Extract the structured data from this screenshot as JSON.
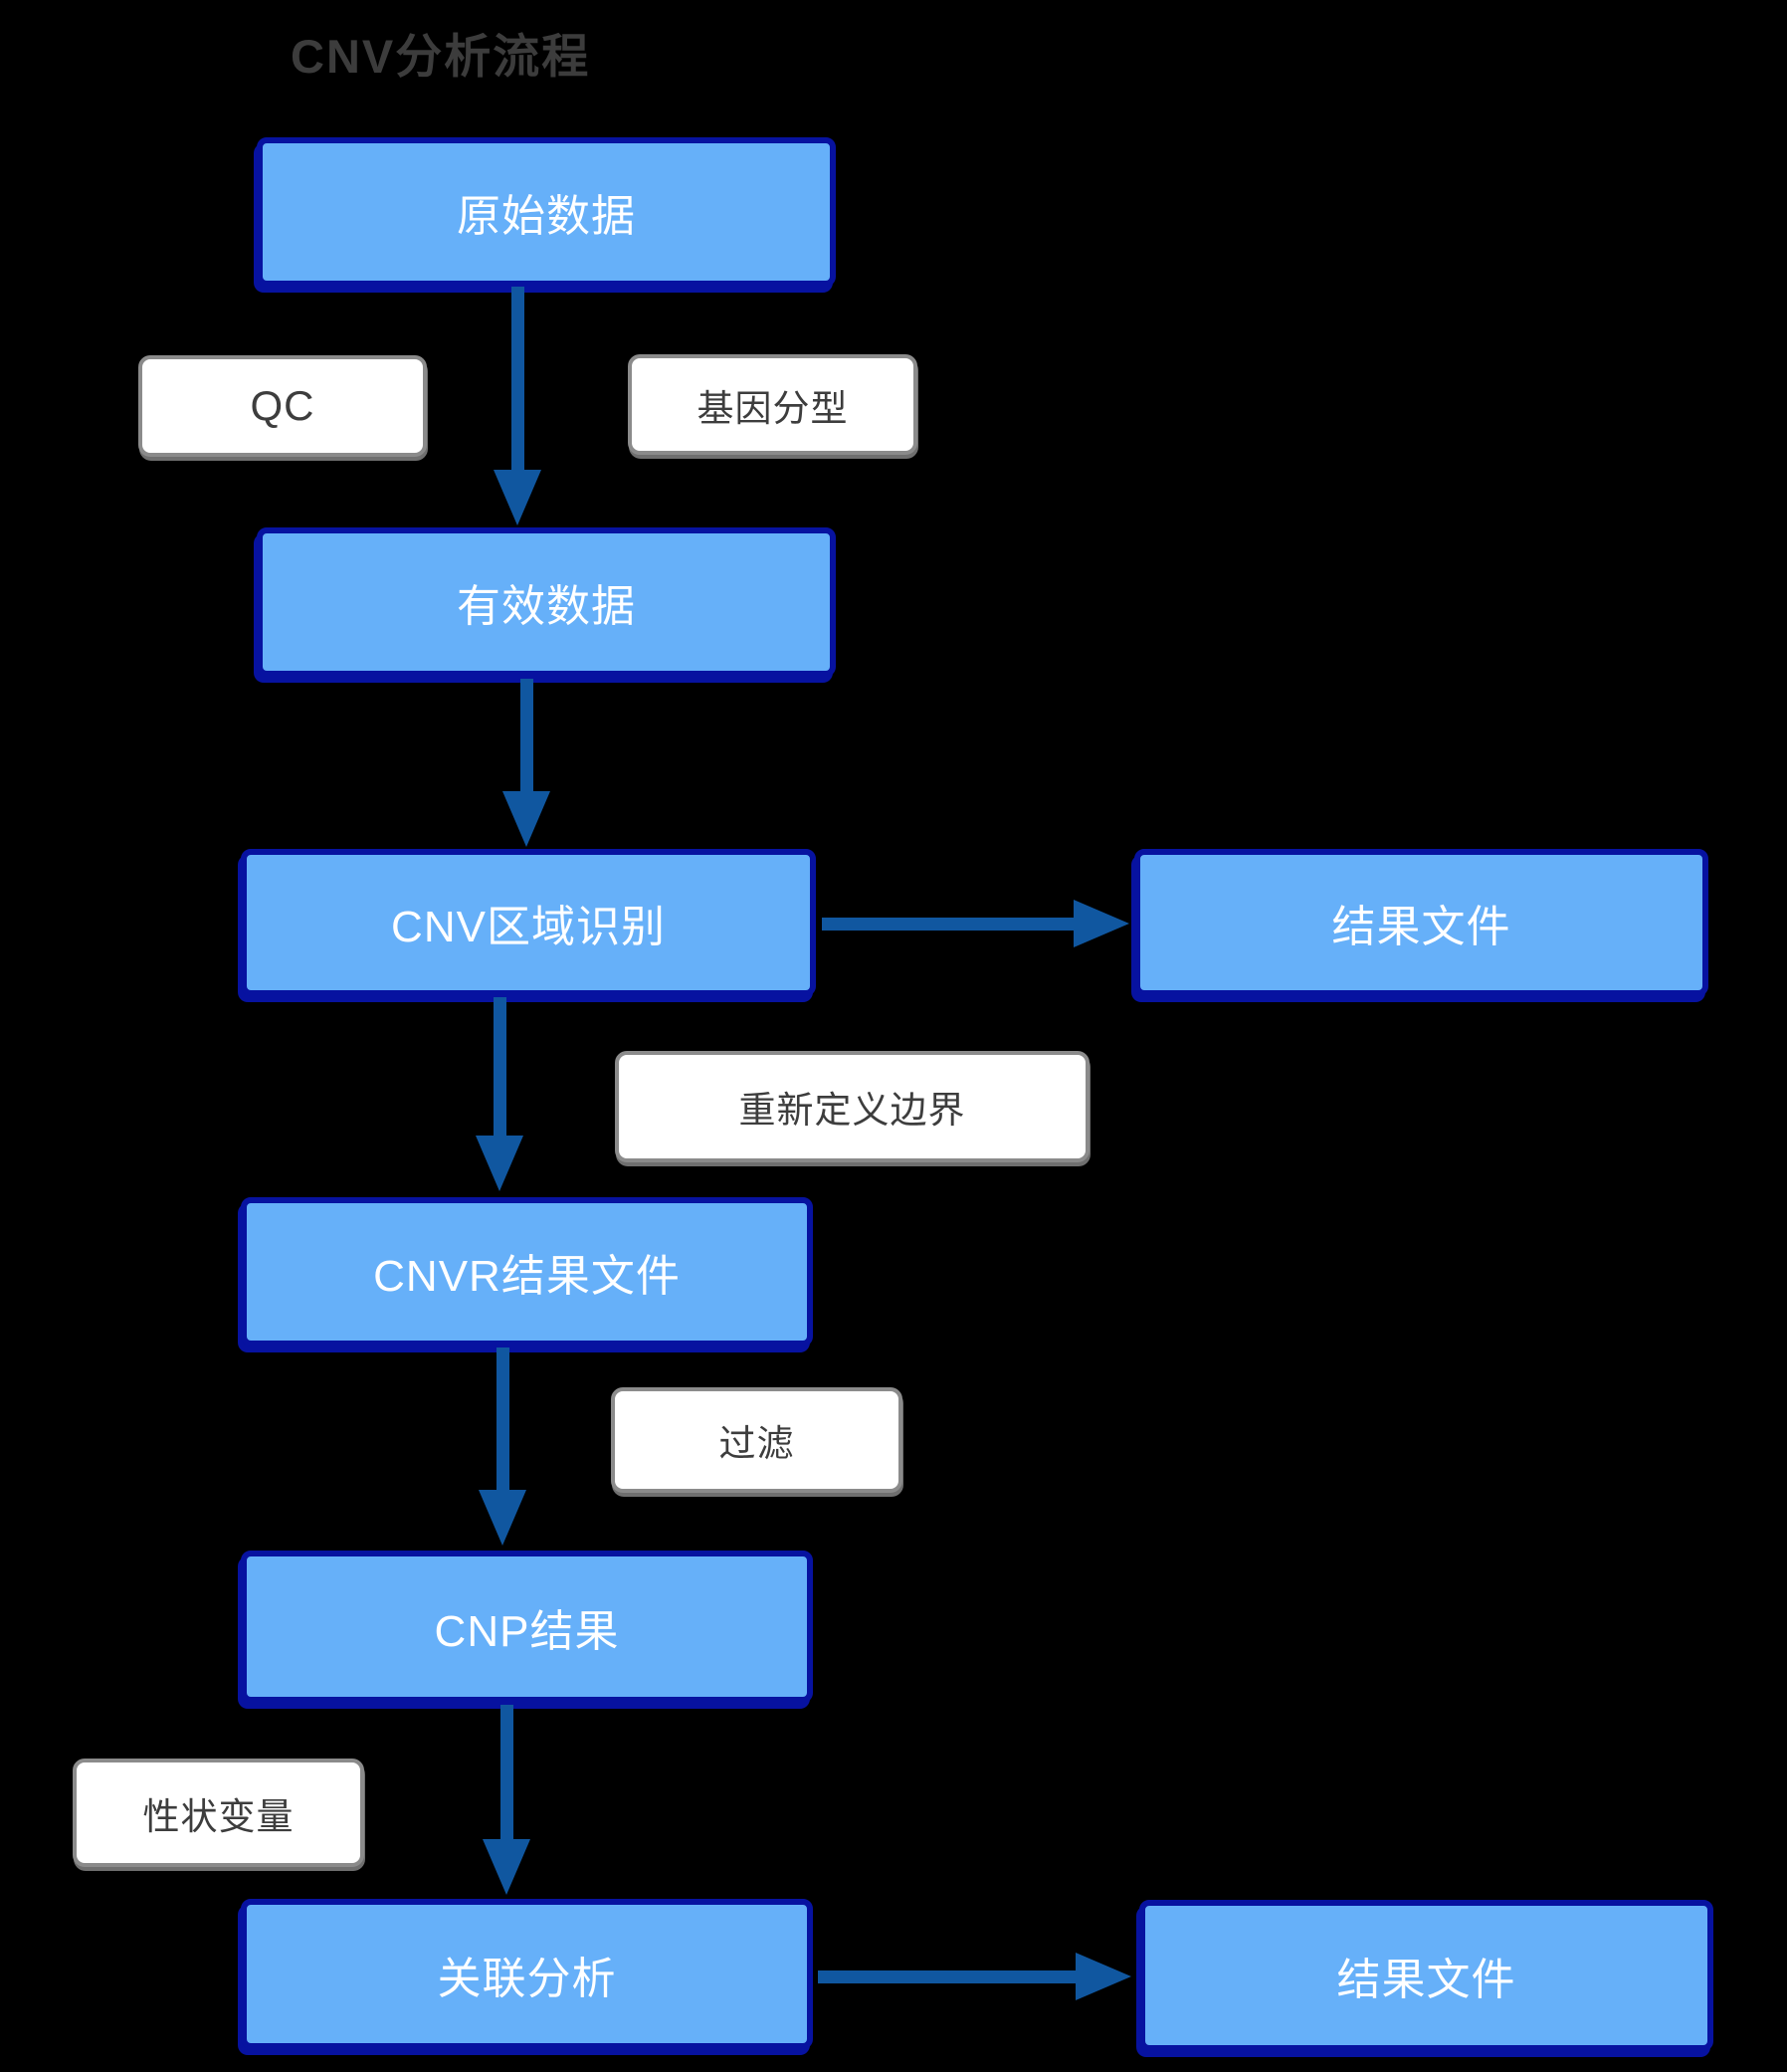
{
  "title": "CNV分析流程",
  "colors": {
    "background": "#000000",
    "node_fill": "#66b0f9",
    "node_border": "#0712a0",
    "node_text": "#ffffff",
    "label_fill": "#ffffff",
    "label_border": "#8b8b8b",
    "label_text": "#3d3d3d",
    "arrow": "#1057a0",
    "title_text": "#3c3c3c"
  },
  "nodes": {
    "raw_data": {
      "label": "原始数据"
    },
    "valid_data": {
      "label": "有效数据"
    },
    "cnv_region": {
      "label": "CNV区域识别"
    },
    "result_file_top": {
      "label": "结果文件"
    },
    "cnvr_result": {
      "label": "CNVR结果文件"
    },
    "cnp_result": {
      "label": "CNP结果"
    },
    "association": {
      "label": "关联分析"
    },
    "result_file_bottom": {
      "label": "结果文件"
    }
  },
  "annotations": {
    "qc": {
      "label": "QC"
    },
    "genotyping": {
      "label": "基因分型"
    },
    "redefine_boundary": {
      "label": "重新定义边界"
    },
    "filter": {
      "label": "过滤"
    },
    "trait_variable": {
      "label": "性状变量"
    }
  },
  "edges": [
    {
      "from": "raw_data",
      "to": "valid_data",
      "annotations": [
        "QC",
        "基因分型"
      ]
    },
    {
      "from": "valid_data",
      "to": "cnv_region"
    },
    {
      "from": "cnv_region",
      "to": "result_file_top"
    },
    {
      "from": "cnv_region",
      "to": "cnvr_result",
      "annotations": [
        "重新定义边界"
      ]
    },
    {
      "from": "cnvr_result",
      "to": "cnp_result",
      "annotations": [
        "过滤"
      ]
    },
    {
      "from": "cnp_result",
      "to": "association",
      "annotations": [
        "性状变量"
      ]
    },
    {
      "from": "association",
      "to": "result_file_bottom"
    }
  ]
}
